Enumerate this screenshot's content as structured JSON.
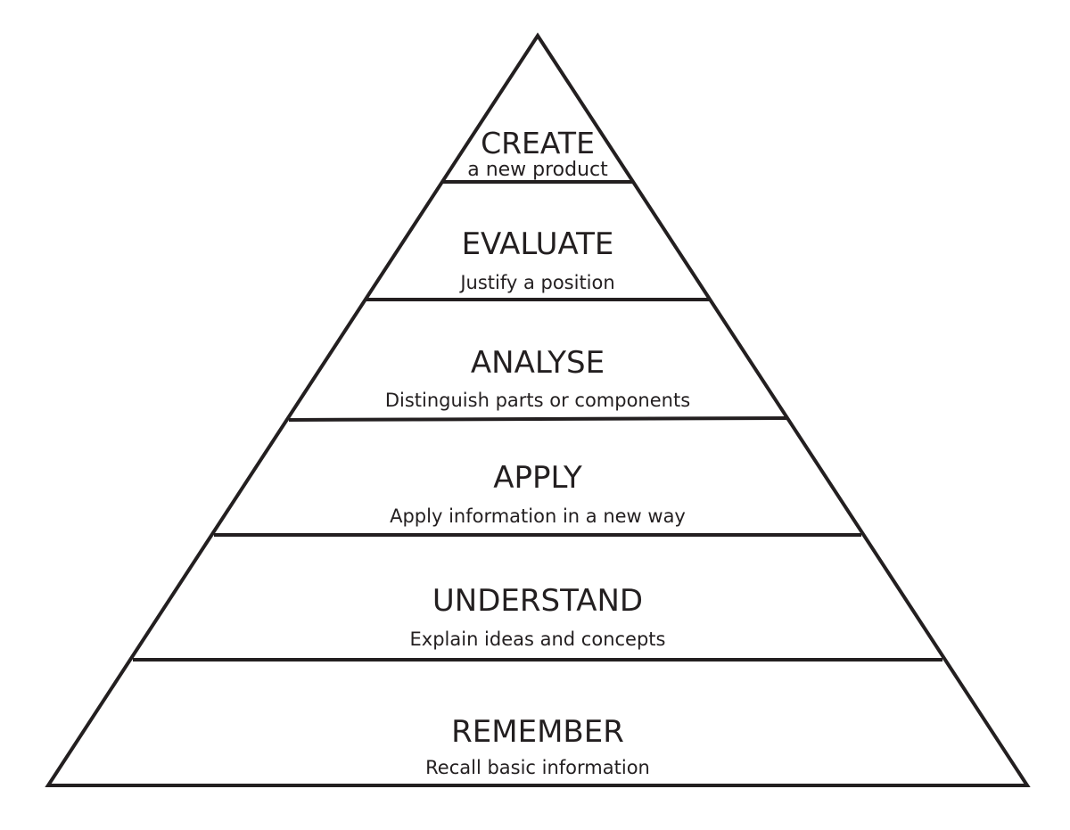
{
  "pyramid": {
    "levels": [
      {
        "title": "CREATE",
        "description": "a new product"
      },
      {
        "title": "EVALUATE",
        "description": "Justify a position"
      },
      {
        "title": "ANALYSE",
        "description": "Distinguish parts or components"
      },
      {
        "title": "APPLY",
        "description": "Apply information in a new way"
      },
      {
        "title": "UNDERSTAND",
        "description": "Explain ideas and concepts"
      },
      {
        "title": "REMEMBER",
        "description": "Recall basic information"
      }
    ]
  }
}
